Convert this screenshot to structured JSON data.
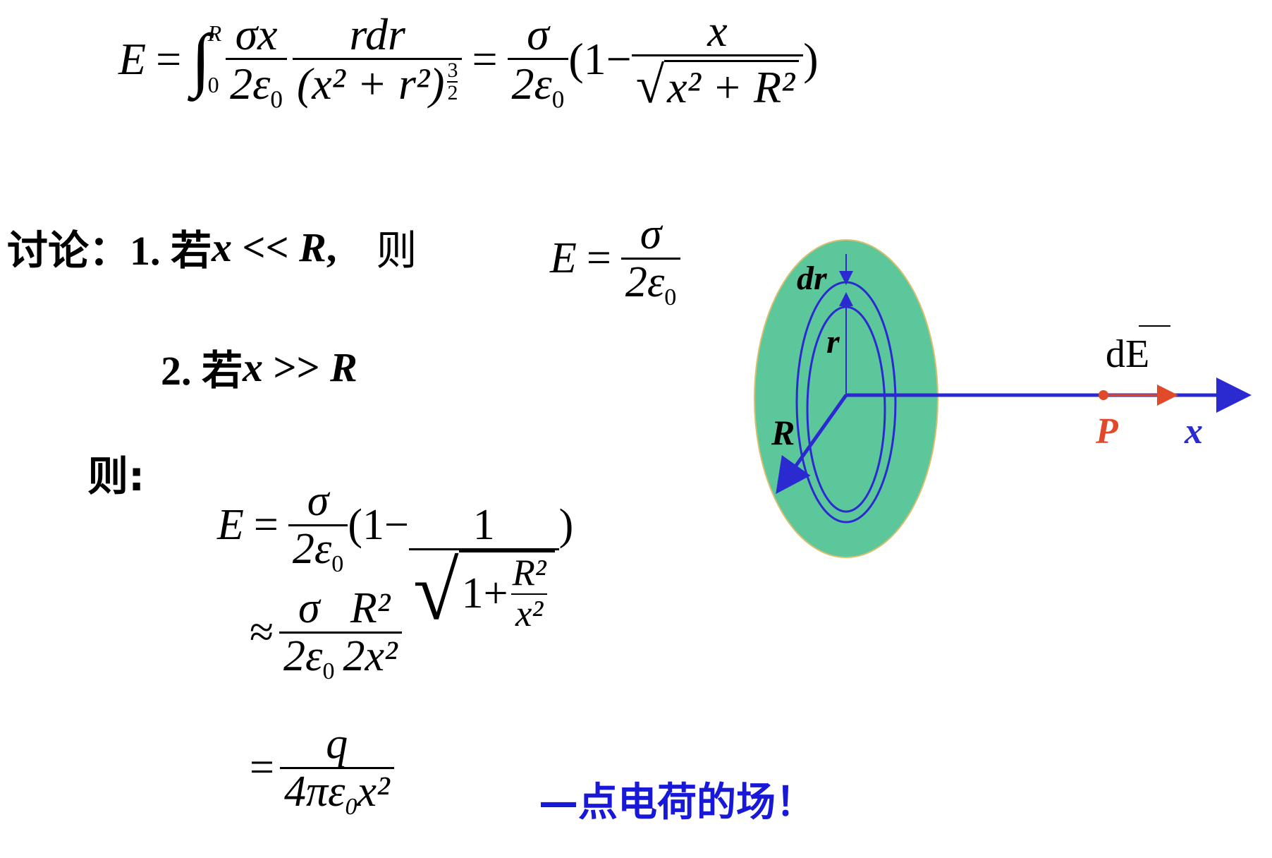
{
  "eq1": {
    "lhs": "E",
    "eq": "=",
    "integral": "∫",
    "upper": "R",
    "lower": "0",
    "f1_num": "σx",
    "f1_den": "2ε",
    "f1_den_sub": "0",
    "f2_num": "rdr",
    "f2_den": "(x² + r²)",
    "f2_den_exp_num": "3",
    "f2_den_exp_den": "2",
    "eq2": "=",
    "f3_num": "σ",
    "f3_den": "2ε",
    "f3_den_sub": "0",
    "open": "(1−",
    "f4_num": "x",
    "f4_den": "x² + R²",
    "close": ")"
  },
  "discussion": {
    "label": "讨论：",
    "case1": "1. 若",
    "case1_x": "x",
    "case1_rel": " << ",
    "case1_R": "R",
    "case1_comma": ",",
    "case1_then": "则",
    "case1_E": "E",
    "case1_eq": "=",
    "case1_num": "σ",
    "case1_den": "2ε",
    "case1_den_sub": "0",
    "case2": "2. 若",
    "case2_x": "x",
    "case2_rel": " >> ",
    "case2_R": "R"
  },
  "eq3": {
    "then": "则:",
    "E": "E",
    "eq": "=",
    "f_num": "σ",
    "f_den": "2ε",
    "f_den_sub": "0",
    "open": "(1−",
    "g_num": "1",
    "inner_one": "1+",
    "h_num": "R²",
    "h_den": "x²",
    "close": ")"
  },
  "eq4": {
    "approx": "≈",
    "a_num": "σ",
    "a_den": "2ε",
    "a_den_sub": "0",
    "b_num": "R²",
    "b_den": "2x²"
  },
  "eq5": {
    "eq": "=",
    "num": "q",
    "den_pre": "4πε",
    "den_sub": "0",
    "den_post": "x²",
    "note": "—点电荷的场！"
  },
  "diagram": {
    "disk_color": "#5cc79a",
    "axis_color": "#2a2ad0",
    "point_color": "#e04a2a",
    "label_dr": "dr",
    "label_r": "r",
    "label_R": "R",
    "label_dE": "dE",
    "label_P": "P",
    "label_x": "x"
  }
}
